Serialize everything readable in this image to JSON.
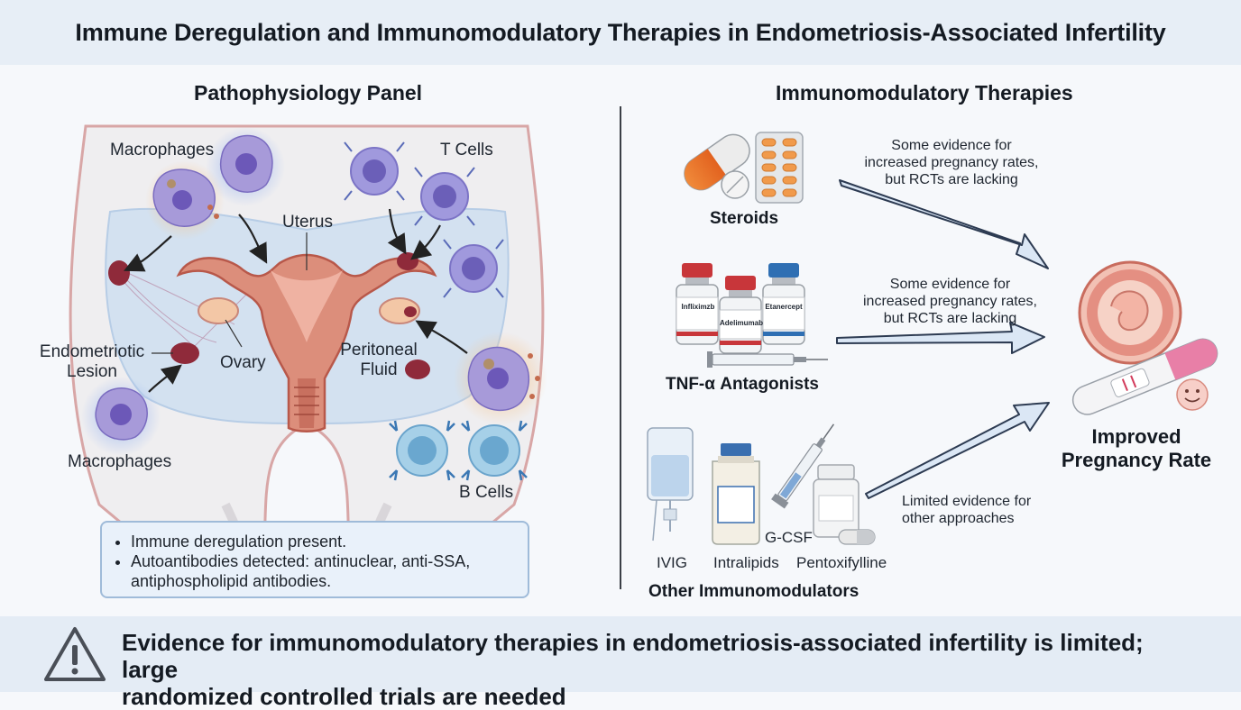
{
  "header": {
    "title": "Immune Deregulation and Immunomodulatory Therapies in Endometriosis-Associated Infertility"
  },
  "left_panel": {
    "title": "Pathophysiology Panel",
    "labels": {
      "macrophages_top": "Macrophages",
      "t_cells": "T Cells",
      "uterus": "Uterus",
      "endometriotic_lesion_line1": "Endometriotic",
      "endometriotic_lesion_line2": "Lesion",
      "ovary": "Ovary",
      "peritoneal_fluid_line1": "Peritoneal",
      "peritoneal_fluid_line2": "Fluid",
      "macrophages_bottom": "Macrophages",
      "b_cells": "B Cells"
    },
    "info_box": {
      "bullets": [
        "Immune deregulation present.",
        "Autoantibodies detected: antinuclear, anti-SSA, antiphospholipid antibodies."
      ]
    }
  },
  "right_panel": {
    "title": "Immunomodulatory Therapies",
    "steroids": {
      "label": "Steroids",
      "evidence": [
        "Some evidence for",
        "increased pregnancy rates,",
        "but RCTs are lacking"
      ]
    },
    "tnf": {
      "label": "TNF-α Antagonists",
      "vials": [
        "Infliximzb",
        "Adelimumab",
        "Etanercept"
      ],
      "evidence": [
        "Some evidence for",
        "increased pregnancy rates,",
        "but RCTs are lacking"
      ]
    },
    "other": {
      "label": "Other Immunomodulators",
      "items": [
        "IVIG",
        "Intralipids",
        "G-CSF",
        "Pentoxifylline"
      ],
      "evidence": [
        "Limited evidence for",
        "other approaches"
      ]
    },
    "outcome": {
      "line1": "Improved",
      "line2": "Pregnancy Rate"
    }
  },
  "footer": {
    "line1": "Evidence for immunomodulatory therapies in endometriosis-associated infertility is limited; large",
    "line2": "randomized controlled trials are needed"
  },
  "colors": {
    "header_bg": "#e7eef6",
    "footer_bg": "#e4ecf5",
    "info_box_border": "#9fbbd9",
    "macrophage": "#8c7bd0",
    "t_cell": "#8f86d6",
    "b_cell": "#8ec3e0",
    "uterus": "#d98876",
    "lesion": "#8f2a3a",
    "arrow_fill": "#dbe7f5",
    "arrow_stroke": "#2d3b52"
  }
}
